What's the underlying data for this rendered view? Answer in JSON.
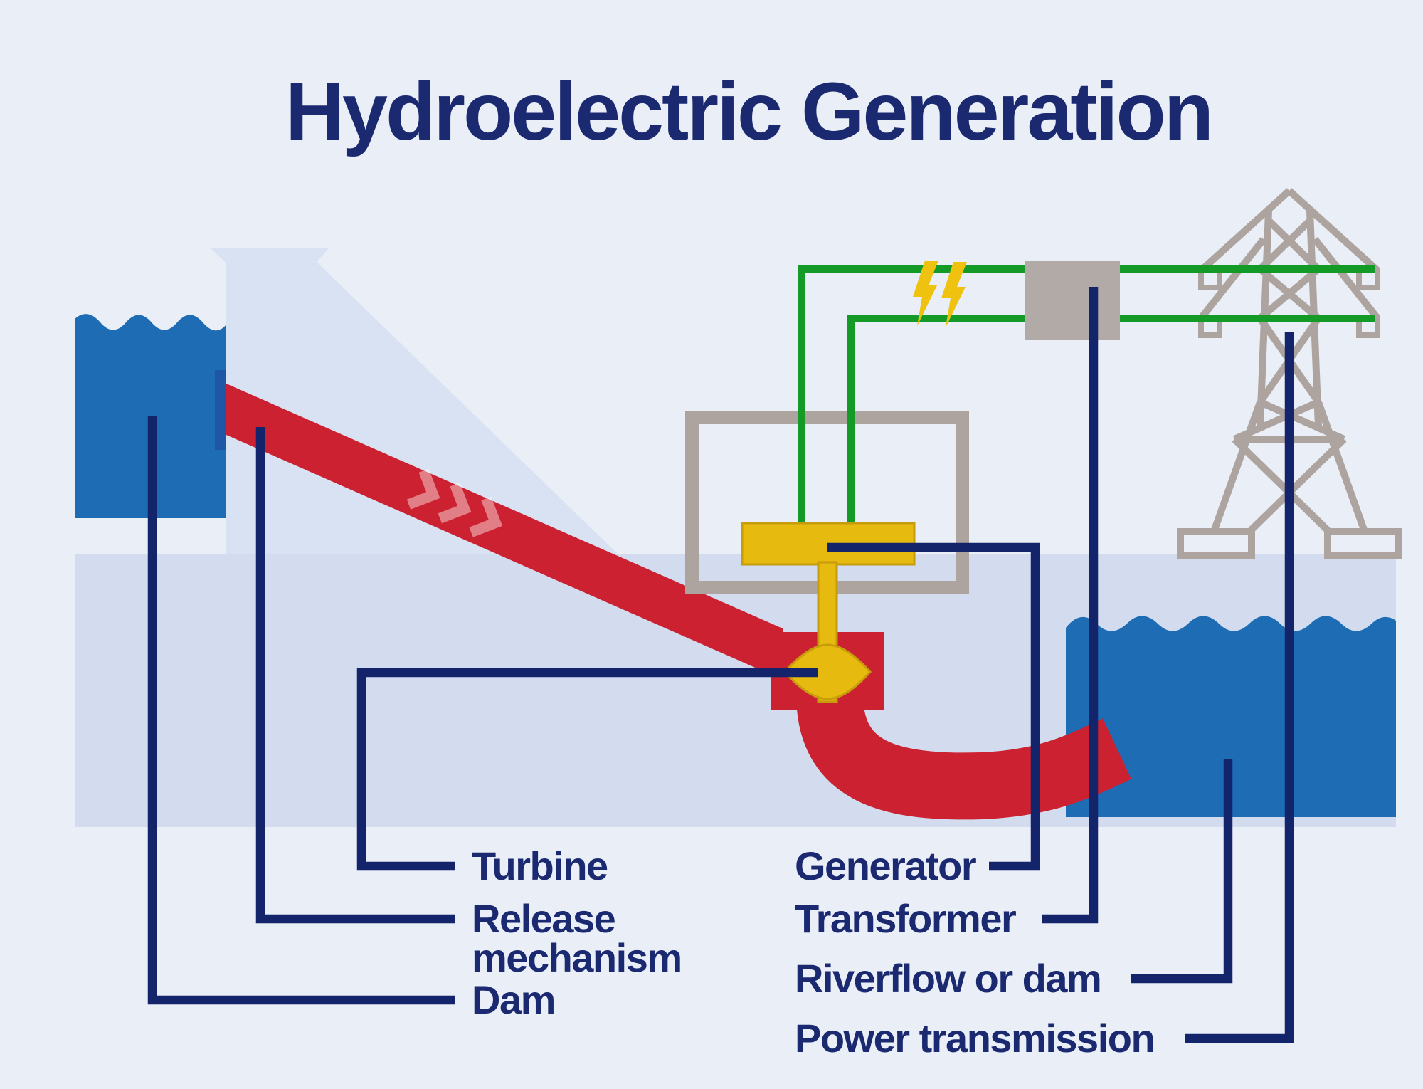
{
  "title": "Hydroelectric Generation",
  "labels": {
    "turbine": "Turbine",
    "release_mechanism": "Release\nmechanism",
    "dam": "Dam",
    "generator": "Generator",
    "transformer": "Transformer",
    "riverflow_or_dam": "Riverflow or dam",
    "power_transmission": "Power transmission"
  },
  "colors": {
    "page-bg": "#e9eef7",
    "ground": "#d2dcee",
    "dam-structure": "#d9e2f2",
    "water-blue": "#1e6cb4",
    "intake-slot-blue": "#1f57a5",
    "pipe-red": "#cb2130",
    "chevron-pink": "rgba(255,255,255,0.42)",
    "machine-yellow": "#e7ba10",
    "machine-yellow-border": "#c79c0a",
    "structure-gray": "#ada49f",
    "transformer-gray": "#b2aaa6",
    "wire-green": "#149b27",
    "bolt-gold": "#eec20e",
    "line-navy": "#14246a",
    "text-navy": "#1b2a70"
  }
}
